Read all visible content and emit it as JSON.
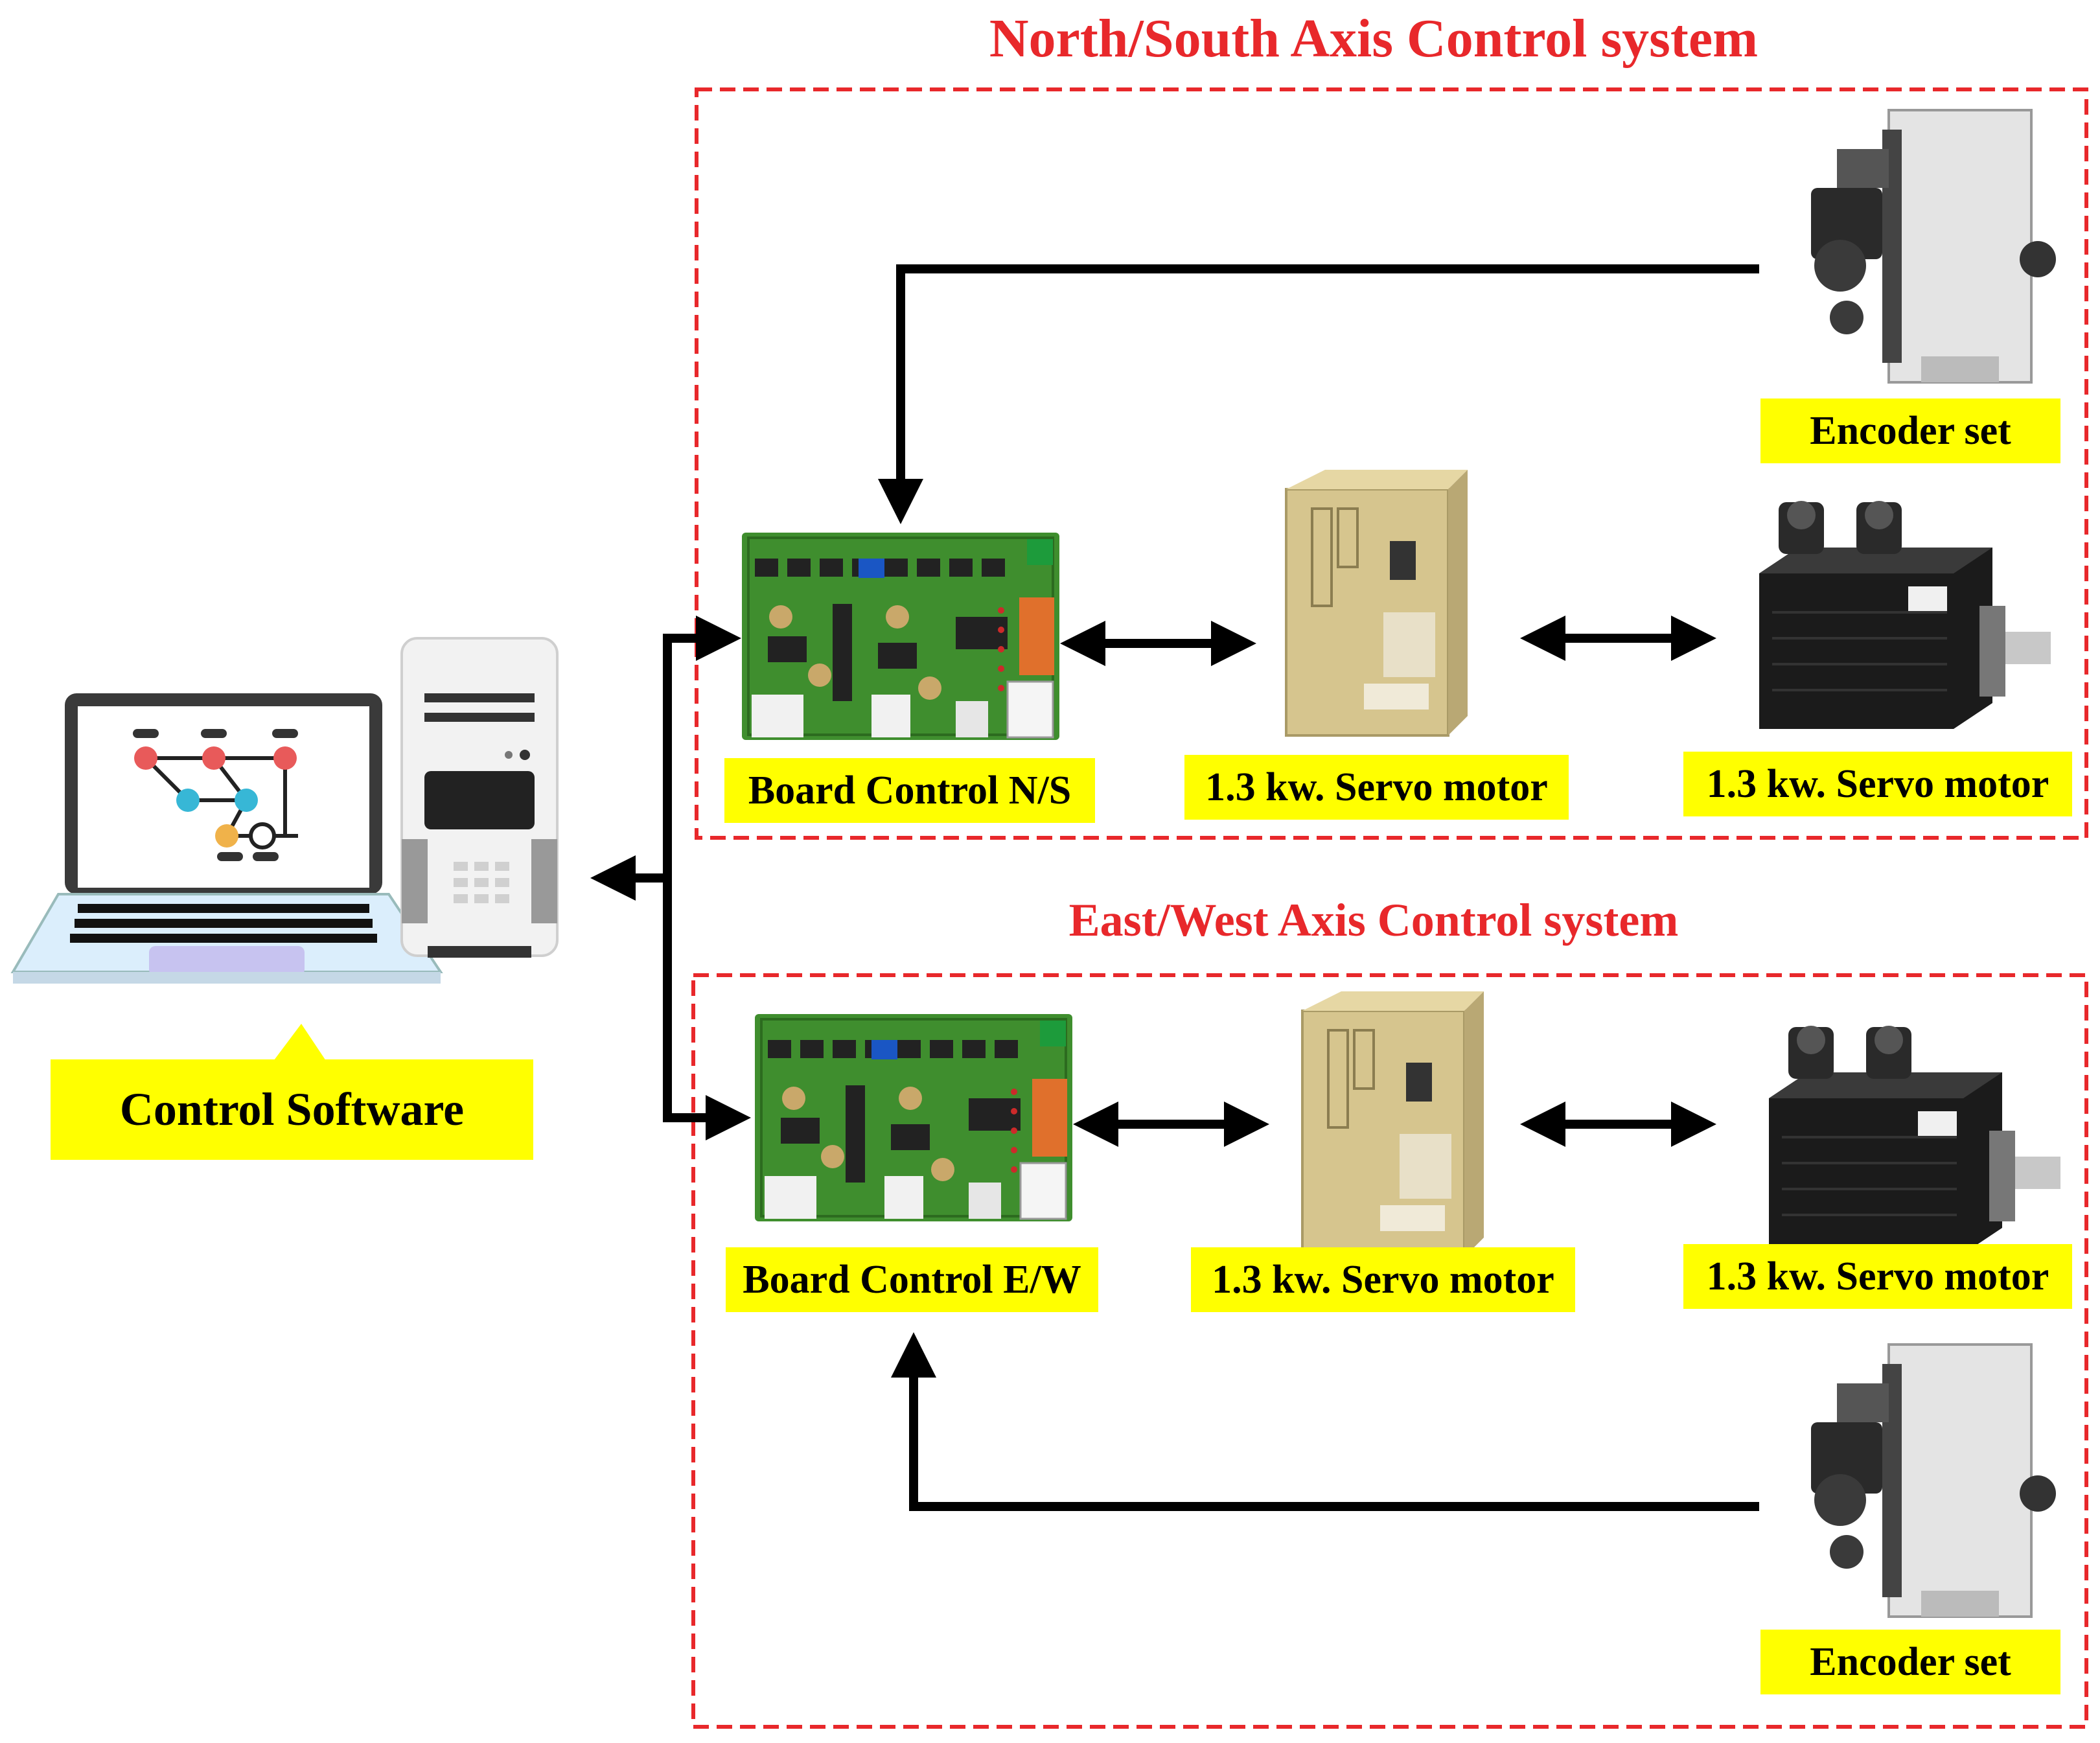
{
  "colors": {
    "title_red": "#e8282b",
    "frame_red": "#e8282b",
    "label_yellow": "#ffff00",
    "arrow_black": "#000000",
    "pcb_green": "#3f8e2e",
    "driver_beige": "#d6c58e",
    "motor_black": "#1b1b1b"
  },
  "titles": {
    "ns": "North/South Axis Control system",
    "ew": "East/West Axis Control system"
  },
  "labels": {
    "control_software": "Control Software",
    "board_ns": "Board Control N/S",
    "board_ew": "Board Control E/W",
    "servo_driver_ns": "1.3 kw. Servo motor",
    "servo_motor_ns": "1.3 kw. Servo motor",
    "servo_driver_ew": "1.3 kw. Servo motor",
    "servo_motor_ew": "1.3 kw. Servo motor",
    "encoder_ns": "Encoder set",
    "encoder_ew": "Encoder set"
  },
  "icons": {
    "computer": "laptop-and-tower-icon",
    "board": "circuit-board-icon",
    "driver": "servo-driver-icon",
    "motor": "servo-motor-icon",
    "encoder": "encoder-icon"
  }
}
